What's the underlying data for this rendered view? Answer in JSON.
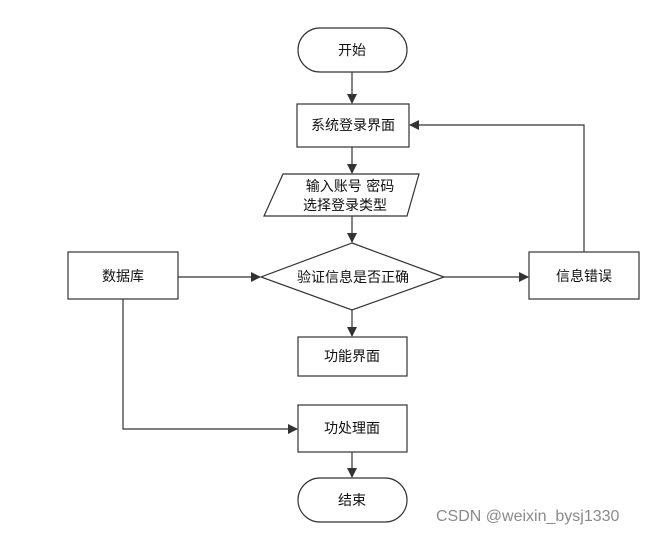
{
  "flowchart": {
    "start": "开始",
    "login_page": "系统登录界面",
    "input_line1": "输入账号 密码",
    "input_line2": "选择登录类型",
    "verify": "验证信息是否正确",
    "database": "数据库",
    "error": "信息错误",
    "function_page": "功能界面",
    "process_page": "功处理面",
    "end": "结束"
  },
  "watermark": "CSDN @weixin_bysj1330",
  "colors": {
    "stroke": "#333333",
    "fill": "#ffffff",
    "text": "#111111"
  }
}
